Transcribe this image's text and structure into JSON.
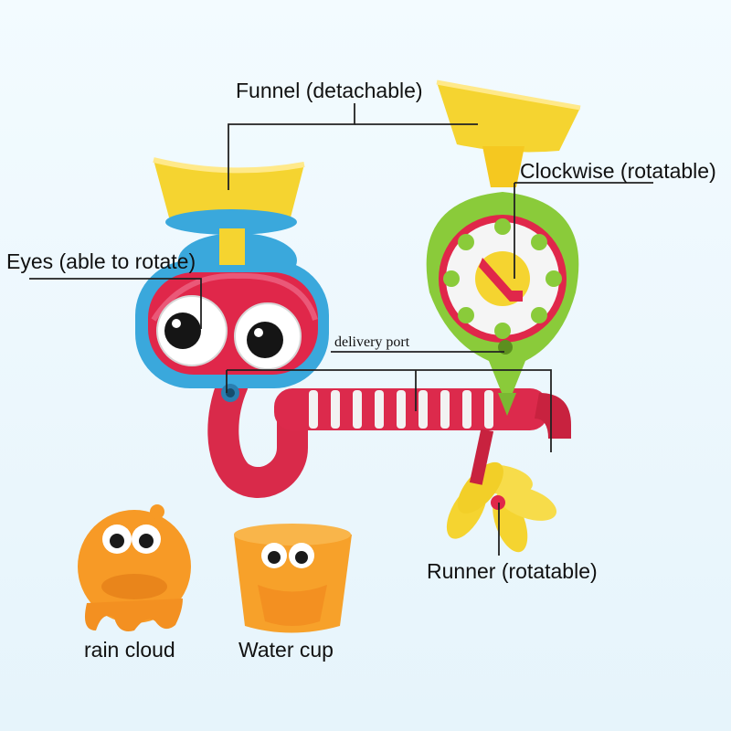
{
  "labels": {
    "funnel": "Funnel (detachable)",
    "clockwise": "Clockwise (rotatable)",
    "eyes": "Eyes (able to rotate)",
    "delivery_port": "delivery port",
    "runner": "Runner (rotatable)",
    "rain_cloud": "rain cloud",
    "water_cup": "Water cup"
  },
  "colors": {
    "yellow": "#f5d430",
    "blue": "#3aa8dc",
    "red": "#e0274a",
    "green": "#8acb3a",
    "orange": "#f7a12a",
    "background": "#eaf6fc"
  }
}
